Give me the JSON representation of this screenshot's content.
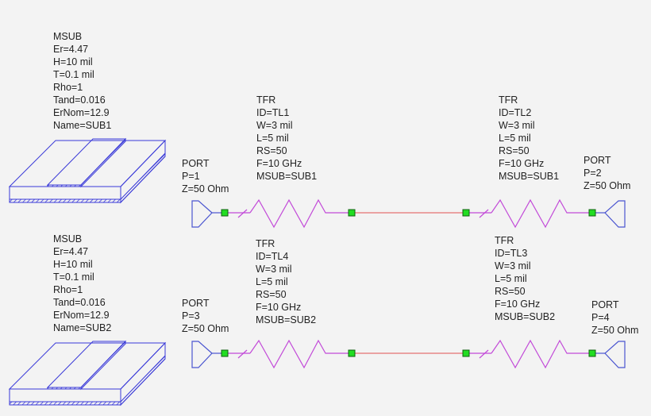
{
  "substrates": [
    {
      "lines": [
        "MSUB",
        "Er=4.47",
        "H=10 mil",
        "T=0.1 mil",
        "Rho=1",
        "Tand=0.016",
        "ErNom=12.9",
        "Name=SUB1"
      ]
    },
    {
      "lines": [
        "MSUB",
        "Er=4.47",
        "H=10 mil",
        "T=0.1 mil",
        "Rho=1",
        "Tand=0.016",
        "ErNom=12.9",
        "Name=SUB2"
      ]
    }
  ],
  "resistors": [
    {
      "lines": [
        "TFR",
        "ID=TL1",
        "W=3 mil",
        "L=5 mil",
        "RS=50",
        "F=10 GHz",
        "MSUB=SUB1"
      ]
    },
    {
      "lines": [
        "TFR",
        "ID=TL2",
        "W=3 mil",
        "L=5 mil",
        "RS=50",
        "F=10 GHz",
        "MSUB=SUB1"
      ]
    },
    {
      "lines": [
        "TFR",
        "ID=TL4",
        "W=3 mil",
        "L=5 mil",
        "RS=50",
        "F=10 GHz",
        "MSUB=SUB2"
      ]
    },
    {
      "lines": [
        "TFR",
        "ID=TL3",
        "W=3 mil",
        "L=5 mil",
        "RS=50",
        "F=10 GHz",
        "MSUB=SUB2"
      ]
    }
  ],
  "ports": [
    {
      "lines": [
        "PORT",
        "P=1",
        "Z=50 Ohm"
      ]
    },
    {
      "lines": [
        "PORT",
        "P=2",
        "Z=50 Ohm"
      ]
    },
    {
      "lines": [
        "PORT",
        "P=3",
        "Z=50 Ohm"
      ]
    },
    {
      "lines": [
        "PORT",
        "P=4",
        "Z=50 Ohm"
      ]
    }
  ],
  "colors": {
    "substrate": "#3a3ad8",
    "resistor": "#c24ad8",
    "wire": "#e05050",
    "node": "#22dd22",
    "port": "#4a55d0"
  }
}
